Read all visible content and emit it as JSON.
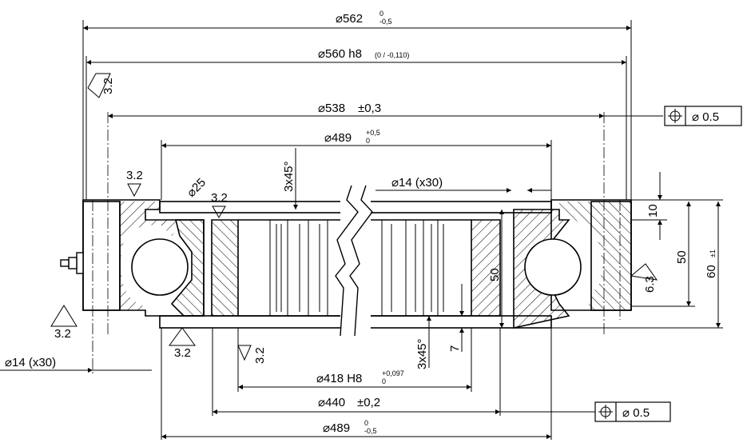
{
  "colors": {
    "ink": "#000000",
    "background": "#ffffff",
    "hatch": "#000000"
  },
  "dims": {
    "d562": {
      "main": "⌀562",
      "tol_up": "0",
      "tol_low": "-0,5"
    },
    "d560": {
      "main": "⌀560 h8",
      "tol": "(0 / -0,110)",
      "tol_up": "0",
      "tol_low": "-0,110"
    },
    "d538": {
      "main": "⌀538",
      "tol": "±0,3"
    },
    "d489_top": {
      "main": "⌀489",
      "tol_up": "+0,5",
      "tol_low": "0"
    },
    "d14_top": {
      "main": "⌀14 (x30)"
    },
    "d14_left": {
      "main": "⌀14 (x30)"
    },
    "d25": {
      "main": "⌀25"
    },
    "d418": {
      "main": "⌀418 H8",
      "tol_up": "+0,097",
      "tol_low": "0"
    },
    "d440": {
      "main": "⌀440",
      "tol": "±0,2"
    },
    "d489_bot": {
      "main": "⌀489",
      "tol_up": "0",
      "tol_low": "-0,5"
    }
  },
  "vertical_dims": {
    "chamfer_top": "3x45°",
    "chamfer_bot": "3x45°",
    "h10": "10",
    "h50_right": "50",
    "h60": "60",
    "h60_tol": "±1",
    "h50_center": "50",
    "h7": "7",
    "r63": "6.3"
  },
  "roughness": [
    "3.2",
    "3.2",
    "3.2",
    "3.2",
    "3.2",
    "3.2"
  ],
  "position_tolerances": [
    {
      "symbol": "position-symbol",
      "value": "⌀ 0.5"
    },
    {
      "symbol": "position-symbol",
      "value": "⌀ 0.5"
    }
  ]
}
